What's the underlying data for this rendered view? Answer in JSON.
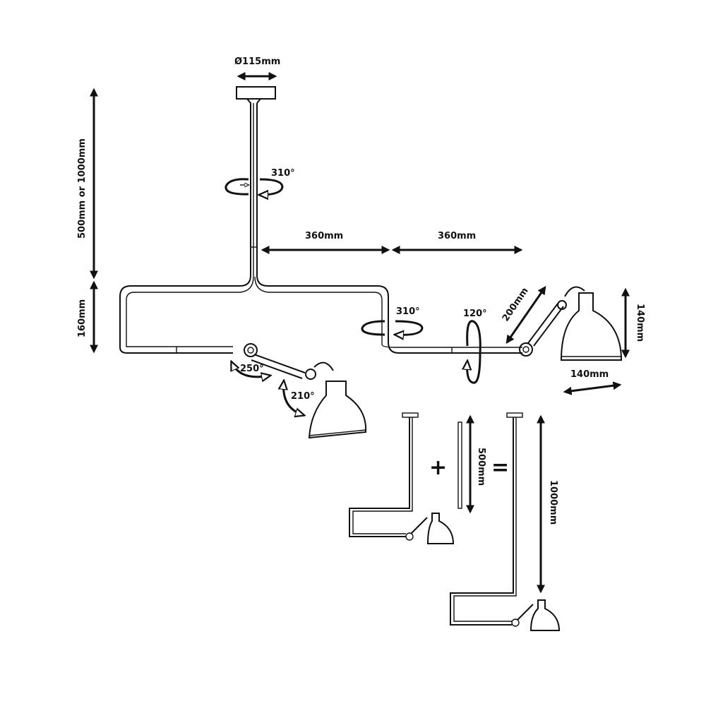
{
  "labels": {
    "canopy_diameter": "Ø115mm",
    "total_height": "500mm or 1000mm",
    "arm_drop": "160mm",
    "rotation_stem": "310°",
    "arm_left": "360mm",
    "arm_right": "360mm",
    "rotation_right": "310°",
    "rotation_tilt": "120°",
    "joint_left": "250°",
    "shade_left": "210°",
    "elbow_arm": "200mm",
    "shade_height": "140mm",
    "shade_width": "140mm",
    "extension": "500mm",
    "extended_height": "1000mm",
    "plus": "+",
    "equals": "="
  },
  "colors": {
    "line": "#111111",
    "background": "#ffffff"
  }
}
